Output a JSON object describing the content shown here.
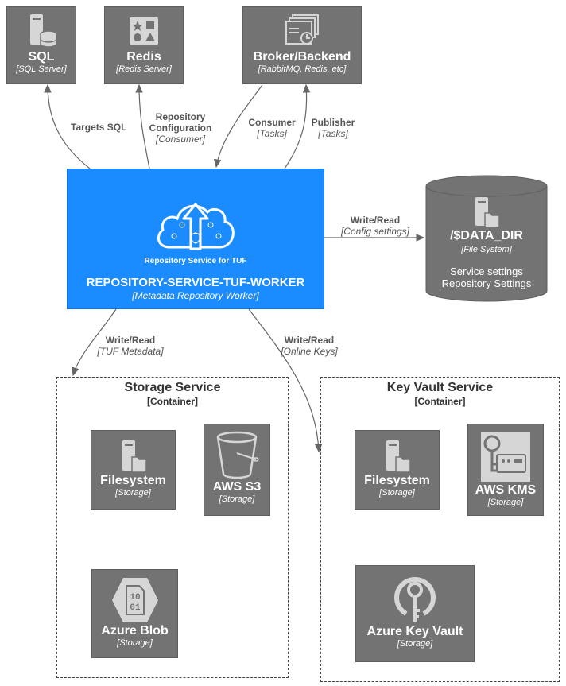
{
  "nodes": {
    "sql": {
      "title": "SQL",
      "tech": "[SQL Server]"
    },
    "redis": {
      "title": "Redis",
      "tech": "[Redis Server]"
    },
    "broker": {
      "title": "Broker/Backend",
      "tech": "[RabbitMQ, Redis, etc]"
    },
    "worker": {
      "logo_caption": "Repository Service for TUF",
      "title": "REPOSITORY-SERVICE-TUF-WORKER",
      "tech": "[Metadata Repository Worker]"
    },
    "datadir": {
      "title": "/$DATA_DIR",
      "tech": "[File System]",
      "desc_line1": "Service settings",
      "desc_line2": "Repository Settings"
    },
    "storage_filesystem": {
      "title": "Filesystem",
      "tech": "[Storage]"
    },
    "aws_s3": {
      "title": "AWS S3",
      "tech": "[Storage]"
    },
    "azure_blob": {
      "title": "Azure Blob",
      "tech": "[Storage]",
      "icon_text": "10\n01"
    },
    "kv_filesystem": {
      "title": "Filesystem",
      "tech": "[Storage]"
    },
    "aws_kms": {
      "title": "AWS KMS",
      "tech": "[Storage]"
    },
    "azure_key_vault": {
      "title": "Azure Key Vault",
      "tech": "[Storage]"
    }
  },
  "boundaries": {
    "storage": {
      "title": "Storage Service",
      "type": "[Container]"
    },
    "keyvault": {
      "title": "Key Vault Service",
      "type": "[Container]"
    }
  },
  "edges": {
    "targets_sql": {
      "label": "Targets SQL"
    },
    "repo_config": {
      "line1": "Repository",
      "line2": "Configuration",
      "tech": "[Consumer]"
    },
    "consumer": {
      "label": "Consumer",
      "tech": "[Tasks]"
    },
    "publisher": {
      "label": "Publisher",
      "tech": "[Tasks]"
    },
    "config_rw": {
      "label": "Write/Read",
      "tech": "[Config settings]"
    },
    "tuf_rw": {
      "label": "Write/Read",
      "tech": "[TUF Metadata]"
    },
    "keys_rw": {
      "label": "Write/Read",
      "tech": "[Online Keys]"
    }
  },
  "colors": {
    "node_fill": "#737373",
    "worker_fill": "#1a8cff",
    "edge": "#666666",
    "icon_light": "#d6d6d6"
  },
  "icons": {
    "sql": "database-server-icon",
    "redis": "shapes-icon",
    "broker": "queue-windows-icon",
    "worker": "cloud-upload-icon",
    "datadir": "file-server-icon",
    "filesystem": "file-server-icon",
    "aws_s3": "bucket-icon",
    "azure_blob": "blob-hexagon-icon",
    "aws_kms": "key-card-icon",
    "azure_key_vault": "key-vault-icon"
  }
}
